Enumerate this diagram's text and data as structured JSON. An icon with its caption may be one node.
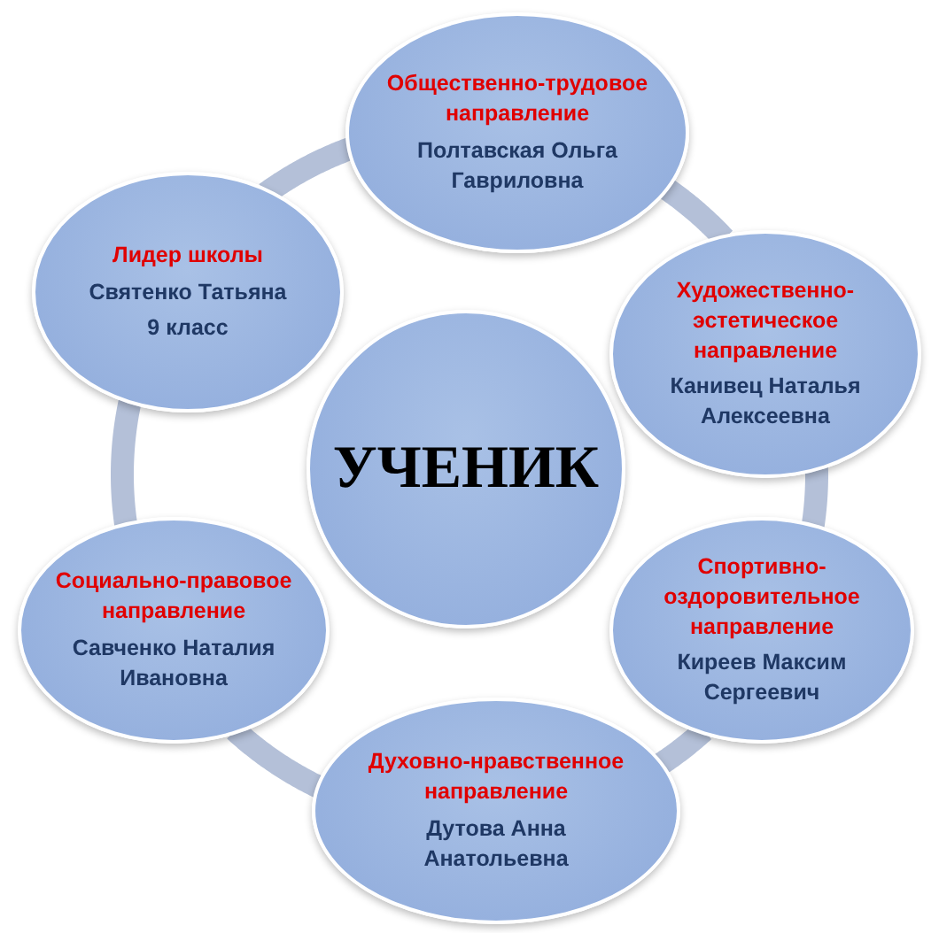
{
  "diagram": {
    "nodes": [
      {
        "text": [
          "Общественно-трудовое направление",
          "Полтавская Ольга Гавриловна"
        ]
      },
      {
        "text": [
          "Художественно-эстетическое направление",
          "Канивец Наталья Алексеевна"
        ]
      },
      {
        "text": [
          "Спортивно-оздоровительное направление",
          "Киреев Максим Сергеевич"
        ]
      },
      {
        "text": [
          "Духовно-нравственное направление",
          "Дутова Анна Анатольевна"
        ]
      },
      {
        "text": [
          "Социально-правовое направление",
          "Савченко Наталия Ивановна"
        ]
      },
      {
        "text": [
          "Лидер школы",
          "Святенко Татьяна",
          "9 класс"
        ]
      },
      {
        "text": [
          "УЧЕНИК"
        ]
      }
    ],
    "edges": [
      {
        "from": 0,
        "to": 1,
        "arrow": "none"
      },
      {
        "from": 1,
        "to": 2,
        "arrow": "none"
      },
      {
        "from": 2,
        "to": 3,
        "arrow": "none"
      },
      {
        "from": 3,
        "to": 4,
        "arrow": "none"
      },
      {
        "from": 4,
        "to": 5,
        "arrow": "none"
      },
      {
        "from": 5,
        "to": 0,
        "arrow": "none"
      }
    ]
  }
}
